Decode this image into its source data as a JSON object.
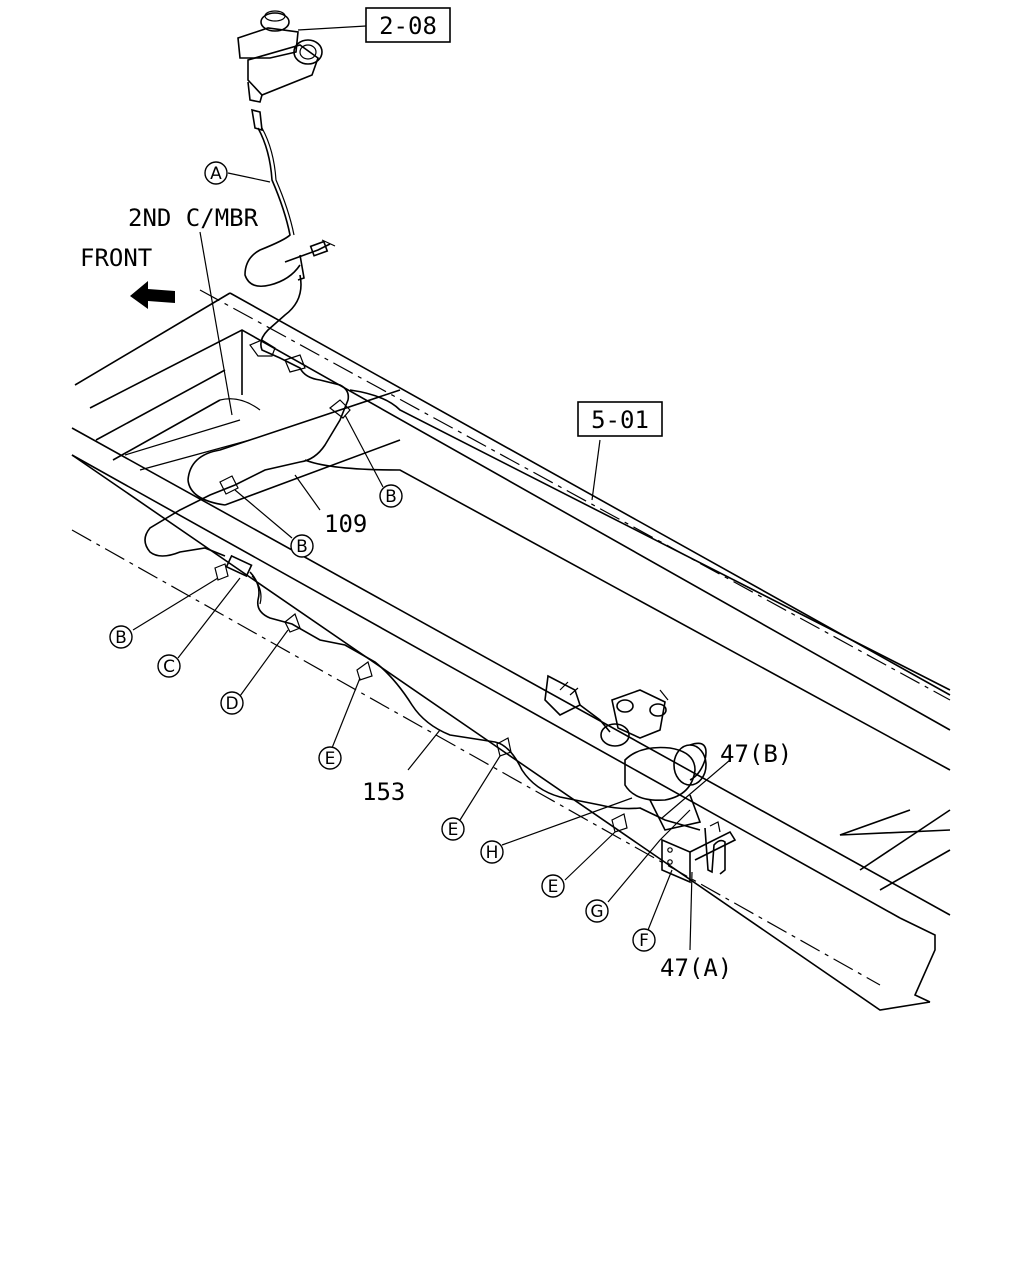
{
  "boxed_refs": {
    "master_cylinder": "2-08",
    "frame": "5-01"
  },
  "labels": {
    "second_crossmember": "2ND C/MBR",
    "front": "FRONT",
    "pipe_109": "109",
    "pipe_153": "153",
    "part_47b": "47(B)",
    "part_47a": "47(A)"
  },
  "callouts": {
    "a": "A",
    "b1": "B",
    "b2": "B",
    "b3": "B",
    "c": "C",
    "d": "D",
    "e1": "E",
    "e2": "E",
    "e3": "E",
    "f": "F",
    "g": "G",
    "h": "H"
  }
}
